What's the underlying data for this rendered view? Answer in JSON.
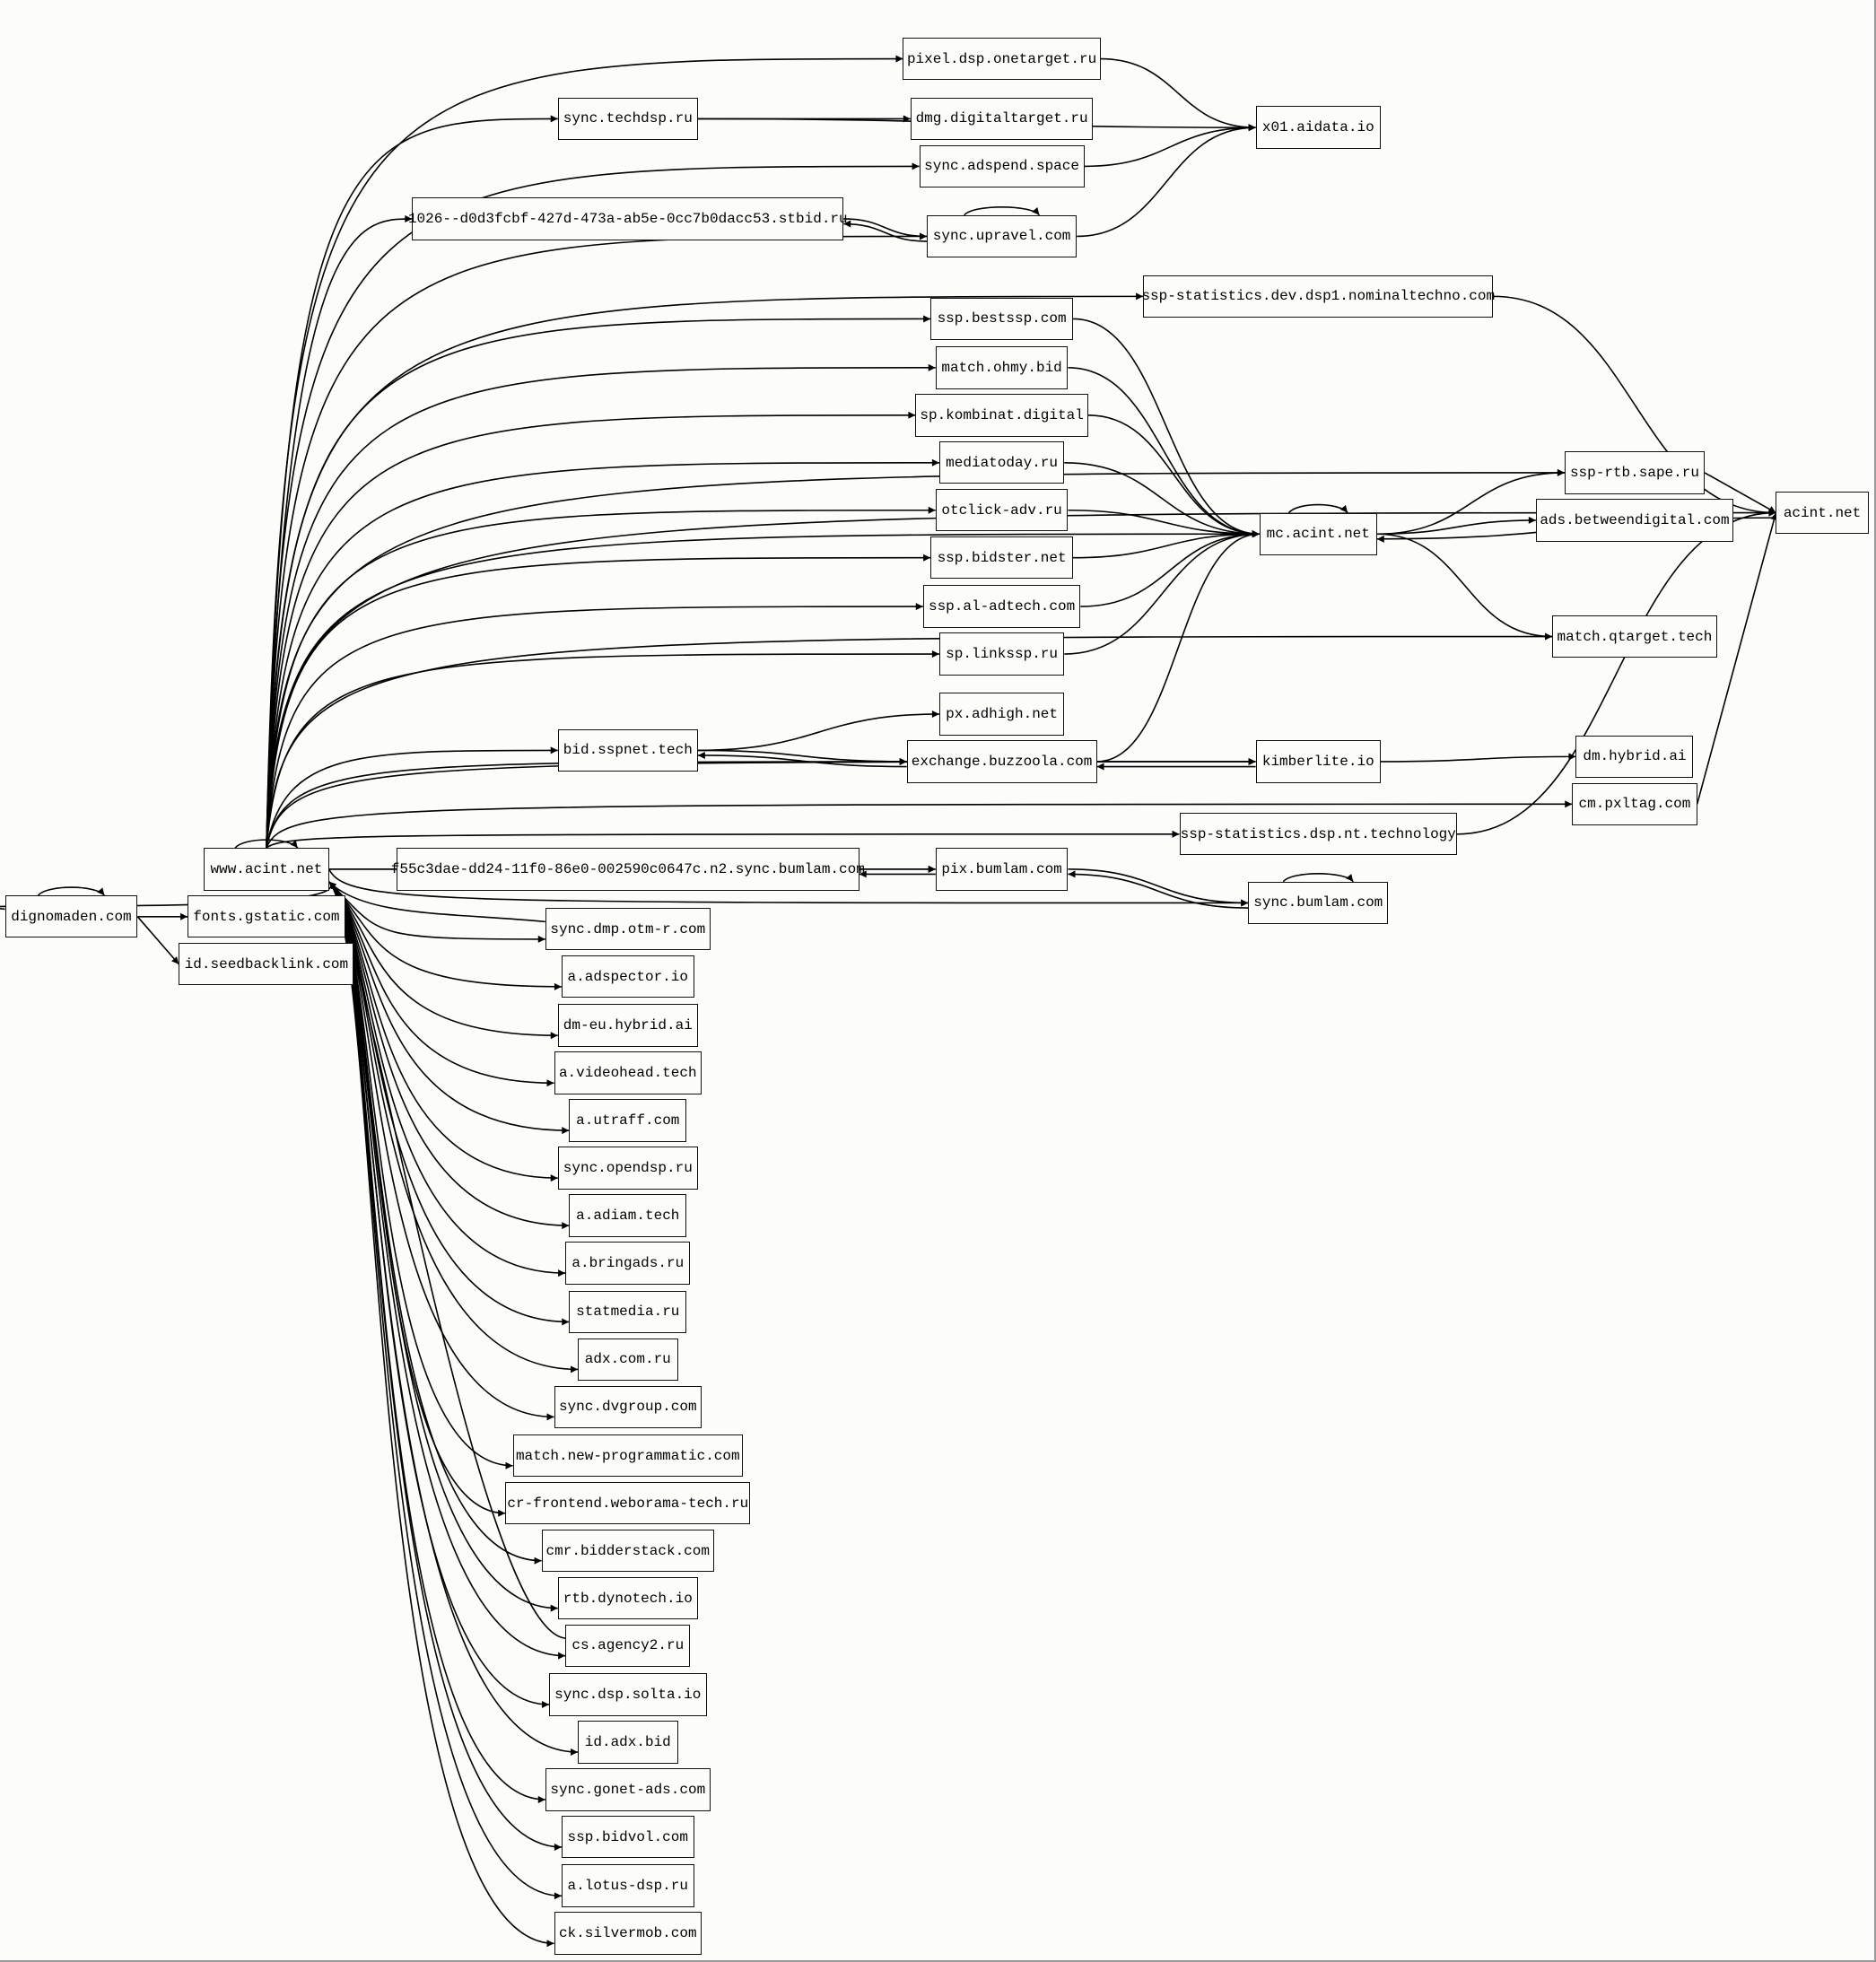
{
  "graph": {
    "nodes": [
      {
        "id": "dignomaden",
        "label": "dignomaden.com"
      },
      {
        "id": "fonts",
        "label": "fonts.gstatic.com"
      },
      {
        "id": "seedback",
        "label": "id.seedbacklink.com"
      },
      {
        "id": "www",
        "label": "www.acint.net"
      },
      {
        "id": "onetarget",
        "label": "pixel.dsp.onetarget.ru"
      },
      {
        "id": "techdsp",
        "label": "sync.techdsp.ru"
      },
      {
        "id": "dmg",
        "label": "dmg.digitaltarget.ru"
      },
      {
        "id": "x01",
        "label": "x01.aidata.io"
      },
      {
        "id": "adspend",
        "label": "sync.adspend.space"
      },
      {
        "id": "stbid",
        "label": "1026--d0d3fcbf-427d-473a-ab5e-0cc7b0dacc53.stbid.ru"
      },
      {
        "id": "upravel",
        "label": "sync.upravel.com"
      },
      {
        "id": "sspdev",
        "label": "ssp-statistics.dev.dsp1.nominaltechno.com"
      },
      {
        "id": "bestssp",
        "label": "ssp.bestssp.com"
      },
      {
        "id": "ohmy",
        "label": "match.ohmy.bid"
      },
      {
        "id": "kombinat",
        "label": "sp.kombinat.digital"
      },
      {
        "id": "mediatoday",
        "label": "mediatoday.ru"
      },
      {
        "id": "otclick",
        "label": "otclick-adv.ru"
      },
      {
        "id": "bidster",
        "label": "ssp.bidster.net"
      },
      {
        "id": "aladtech",
        "label": "ssp.al-adtech.com"
      },
      {
        "id": "linkssp",
        "label": "sp.linkssp.ru"
      },
      {
        "id": "mc",
        "label": "mc.acint.net"
      },
      {
        "id": "sape",
        "label": "ssp-rtb.sape.ru"
      },
      {
        "id": "between",
        "label": "ads.betweendigital.com"
      },
      {
        "id": "acint",
        "label": "acint.net"
      },
      {
        "id": "qtarget",
        "label": "match.qtarget.tech"
      },
      {
        "id": "adhigh",
        "label": "px.adhigh.net"
      },
      {
        "id": "sspnet",
        "label": "bid.sspnet.tech"
      },
      {
        "id": "buzzoola",
        "label": "exchange.buzzoola.com"
      },
      {
        "id": "kimberlite",
        "label": "kimberlite.io"
      },
      {
        "id": "dmhybrid",
        "label": "dm.hybrid.ai"
      },
      {
        "id": "pxltag",
        "label": "cm.pxltag.com"
      },
      {
        "id": "sspnt",
        "label": "ssp-statistics.dsp.nt.technology"
      },
      {
        "id": "f55",
        "label": "f55c3dae-dd24-11f0-86e0-002590c0647c.n2.sync.bumlam.com"
      },
      {
        "id": "pix",
        "label": "pix.bumlam.com"
      },
      {
        "id": "syncbumlam",
        "label": "sync.bumlam.com"
      },
      {
        "id": "otmr",
        "label": "sync.dmp.otm-r.com"
      },
      {
        "id": "adspector",
        "label": "a.adspector.io"
      },
      {
        "id": "dmeu",
        "label": "dm-eu.hybrid.ai"
      },
      {
        "id": "videohead",
        "label": "a.videohead.tech"
      },
      {
        "id": "utraff",
        "label": "a.utraff.com"
      },
      {
        "id": "opendsp",
        "label": "sync.opendsp.ru"
      },
      {
        "id": "adiam",
        "label": "a.adiam.tech"
      },
      {
        "id": "bringads",
        "label": "a.bringads.ru"
      },
      {
        "id": "statmedia",
        "label": "statmedia.ru"
      },
      {
        "id": "adxcom",
        "label": "adx.com.ru"
      },
      {
        "id": "dvgroup",
        "label": "sync.dvgroup.com"
      },
      {
        "id": "newprog",
        "label": "match.new-programmatic.com"
      },
      {
        "id": "weborama",
        "label": "cr-frontend.weborama-tech.ru"
      },
      {
        "id": "bidderstack",
        "label": "cmr.bidderstack.com"
      },
      {
        "id": "dynotech",
        "label": "rtb.dynotech.io"
      },
      {
        "id": "agency2",
        "label": "cs.agency2.ru"
      },
      {
        "id": "solta",
        "label": "sync.dsp.solta.io"
      },
      {
        "id": "adxbid",
        "label": "id.adx.bid"
      },
      {
        "id": "gonet",
        "label": "sync.gonet-ads.com"
      },
      {
        "id": "bidvol",
        "label": "ssp.bidvol.com"
      },
      {
        "id": "lotus",
        "label": "a.lotus-dsp.ru"
      },
      {
        "id": "silvermob",
        "label": "ck.silvermob.com"
      }
    ],
    "edges": [
      [
        "dignomaden",
        "dignomaden"
      ],
      [
        "dignomaden",
        "www"
      ],
      [
        "dignomaden",
        "fonts"
      ],
      [
        "dignomaden",
        "seedback"
      ],
      [
        "www",
        "www"
      ],
      [
        "www",
        "onetarget"
      ],
      [
        "www",
        "techdsp"
      ],
      [
        "www",
        "adspend"
      ],
      [
        "www",
        "stbid"
      ],
      [
        "www",
        "upravel"
      ],
      [
        "www",
        "sspdev"
      ],
      [
        "www",
        "bestssp"
      ],
      [
        "www",
        "sape"
      ],
      [
        "www",
        "ohmy"
      ],
      [
        "www",
        "kombinat"
      ],
      [
        "www",
        "mediatoday"
      ],
      [
        "www",
        "otclick"
      ],
      [
        "www",
        "bidster"
      ],
      [
        "www",
        "aladtech"
      ],
      [
        "www",
        "linkssp"
      ],
      [
        "www",
        "mc"
      ],
      [
        "www",
        "acint"
      ],
      [
        "www",
        "sspnet"
      ],
      [
        "www",
        "buzzoola"
      ],
      [
        "www",
        "kimberlite"
      ],
      [
        "www",
        "qtarget"
      ],
      [
        "www",
        "pxltag"
      ],
      [
        "www",
        "sspnt"
      ],
      [
        "www",
        "f55"
      ],
      [
        "www",
        "pix"
      ],
      [
        "www",
        "syncbumlam"
      ],
      [
        "onetarget",
        "x01"
      ],
      [
        "techdsp",
        "x01"
      ],
      [
        "techdsp",
        "dmg"
      ],
      [
        "adspend",
        "x01"
      ],
      [
        "upravel",
        "x01"
      ],
      [
        "upravel",
        "stbid"
      ],
      [
        "stbid",
        "upravel"
      ],
      [
        "upravel",
        "upravel"
      ],
      [
        "bestssp",
        "mc"
      ],
      [
        "ohmy",
        "mc"
      ],
      [
        "kombinat",
        "mc"
      ],
      [
        "mediatoday",
        "mc"
      ],
      [
        "otclick",
        "mc"
      ],
      [
        "bidster",
        "mc"
      ],
      [
        "aladtech",
        "mc"
      ],
      [
        "linkssp",
        "mc"
      ],
      [
        "buzzoola",
        "mc"
      ],
      [
        "mc",
        "mc"
      ],
      [
        "mc",
        "sape"
      ],
      [
        "mc",
        "between"
      ],
      [
        "mc",
        "qtarget"
      ],
      [
        "sape",
        "acint"
      ],
      [
        "acint",
        "mc"
      ],
      [
        "sspdev",
        "acint"
      ],
      [
        "pxltag",
        "acint"
      ],
      [
        "sspnt",
        "acint"
      ],
      [
        "sspnet",
        "adhigh"
      ],
      [
        "sspnet",
        "buzzoola"
      ],
      [
        "buzzoola",
        "sspnet"
      ],
      [
        "buzzoola",
        "kimberlite"
      ],
      [
        "kimberlite",
        "buzzoola"
      ],
      [
        "kimberlite",
        "dmhybrid"
      ],
      [
        "f55",
        "pix"
      ],
      [
        "pix",
        "f55"
      ],
      [
        "pix",
        "syncbumlam"
      ],
      [
        "syncbumlam",
        "pix"
      ],
      [
        "syncbumlam",
        "syncbumlam"
      ],
      [
        "www",
        "otmr"
      ],
      [
        "otmr",
        "www"
      ],
      [
        "www",
        "adspector"
      ],
      [
        "www",
        "dmeu"
      ],
      [
        "www",
        "videohead"
      ],
      [
        "www",
        "utraff"
      ],
      [
        "www",
        "opendsp"
      ],
      [
        "www",
        "adiam"
      ],
      [
        "www",
        "bringads"
      ],
      [
        "www",
        "statmedia"
      ],
      [
        "www",
        "adxcom"
      ],
      [
        "www",
        "dvgroup"
      ],
      [
        "www",
        "newprog"
      ],
      [
        "www",
        "weborama"
      ],
      [
        "www",
        "bidderstack"
      ],
      [
        "www",
        "dynotech"
      ],
      [
        "www",
        "agency2"
      ],
      [
        "agency2",
        "www"
      ],
      [
        "www",
        "solta"
      ],
      [
        "www",
        "adxbid"
      ],
      [
        "www",
        "gonet"
      ],
      [
        "www",
        "bidvol"
      ],
      [
        "www",
        "lotus"
      ],
      [
        "www",
        "silvermob"
      ]
    ]
  }
}
